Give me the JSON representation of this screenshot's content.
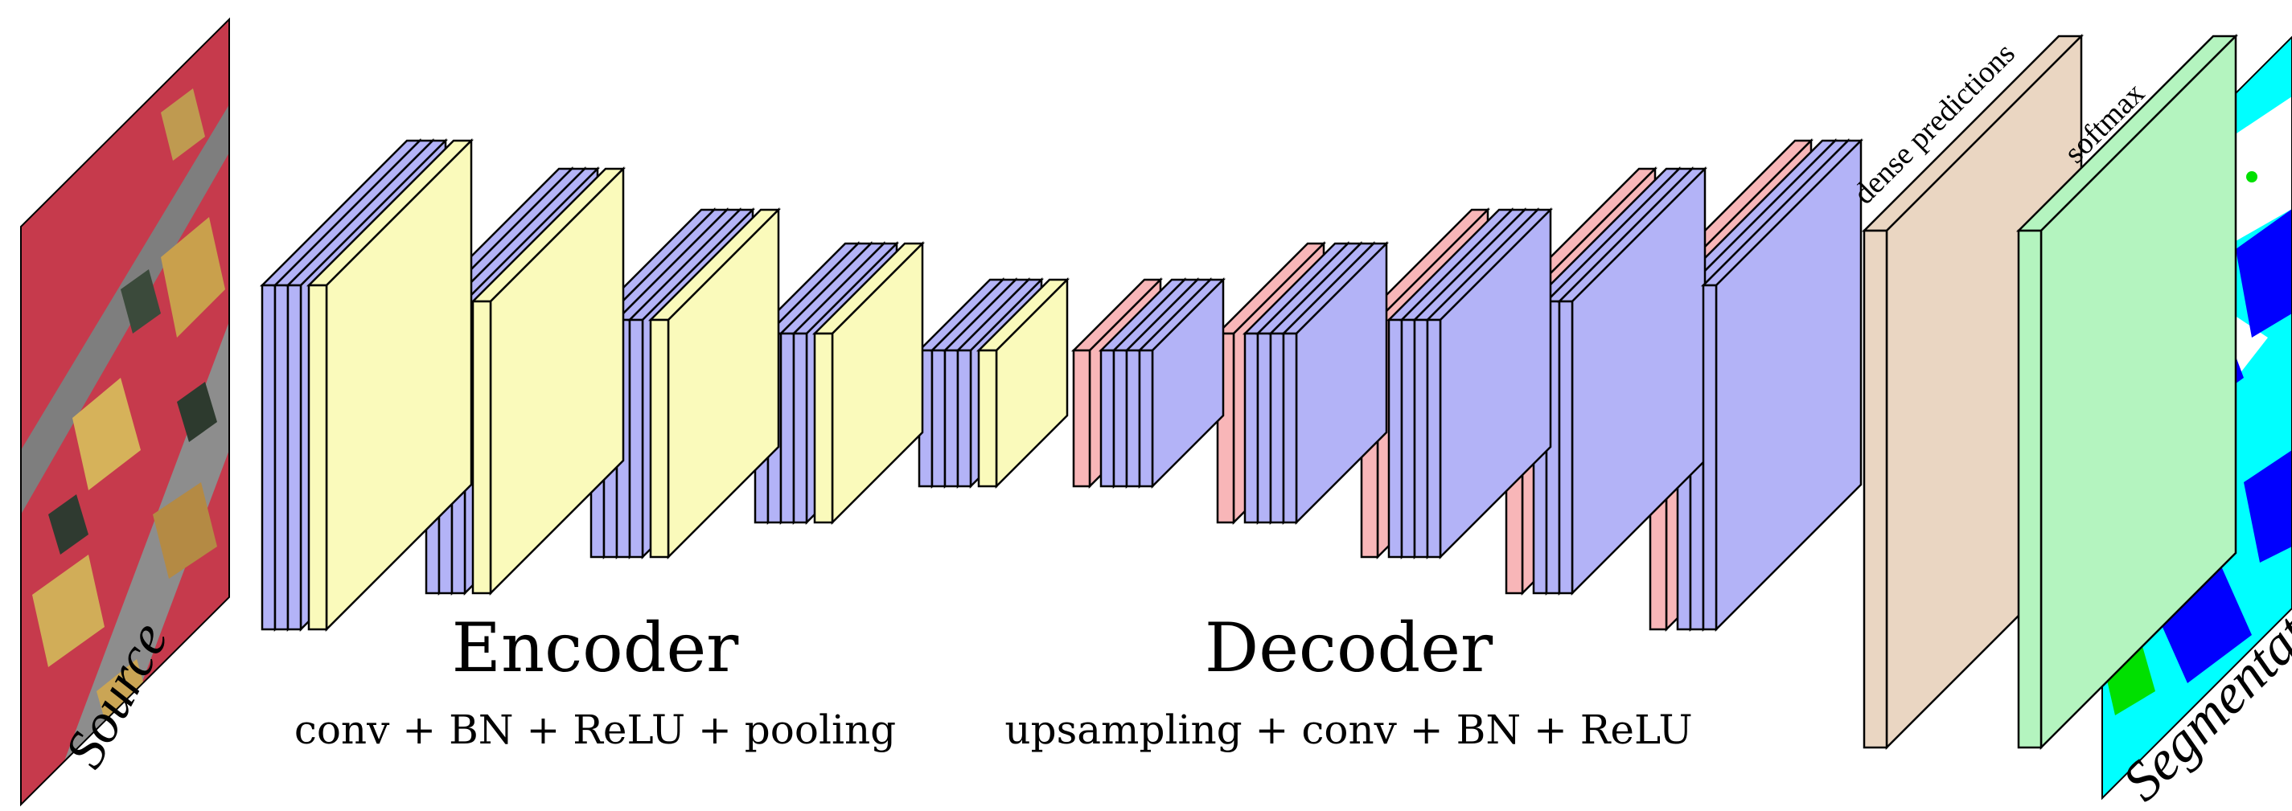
{
  "labels": {
    "source": "Source",
    "encoder": "Encoder",
    "encoder_ops": "conv + BN + ReLU + pooling",
    "decoder": "Decoder",
    "decoder_ops": "upsampling + conv + BN + ReLU",
    "dense_predictions": "dense predictions",
    "softmax": "softmax",
    "segmentation": "Segmentation"
  },
  "colors": {
    "conv": "#b3b3f7",
    "pooling": "#fafabb",
    "upsampling": "#f8b6b8",
    "dense_predictions": "#ead6c2",
    "softmax": "#b4f4bf"
  },
  "encoder_stages": [
    {
      "conv_layers": 3,
      "pooling": 1
    },
    {
      "conv_layers": 3,
      "pooling": 1
    },
    {
      "conv_layers": 4,
      "pooling": 1
    },
    {
      "conv_layers": 4,
      "pooling": 1
    },
    {
      "conv_layers": 4,
      "pooling": 1
    }
  ],
  "decoder_stages": [
    {
      "upsampling": 1,
      "conv_layers": 4
    },
    {
      "upsampling": 1,
      "conv_layers": 4
    },
    {
      "upsampling": 1,
      "conv_layers": 4
    },
    {
      "upsampling": 1,
      "conv_layers": 3
    },
    {
      "upsampling": 1,
      "conv_layers": 3
    }
  ]
}
